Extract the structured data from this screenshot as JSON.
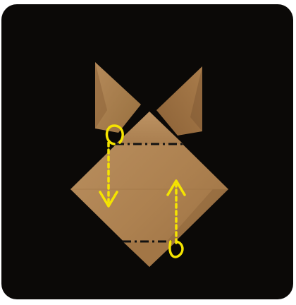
{
  "image": {
    "subject": "origami-fold-step",
    "colors": {
      "background": "#0b0907",
      "paper_light": "#b88d5e",
      "paper_mid": "#a87b4c",
      "paper_dark": "#8f653b",
      "paper_shadow": "#6f4c2b",
      "fold_line": "#111111",
      "arrow": "#f5e400"
    },
    "icons": [
      "valley-fold-line",
      "mountain-fold-line",
      "fold-down-arrow",
      "fold-up-arrow"
    ]
  }
}
